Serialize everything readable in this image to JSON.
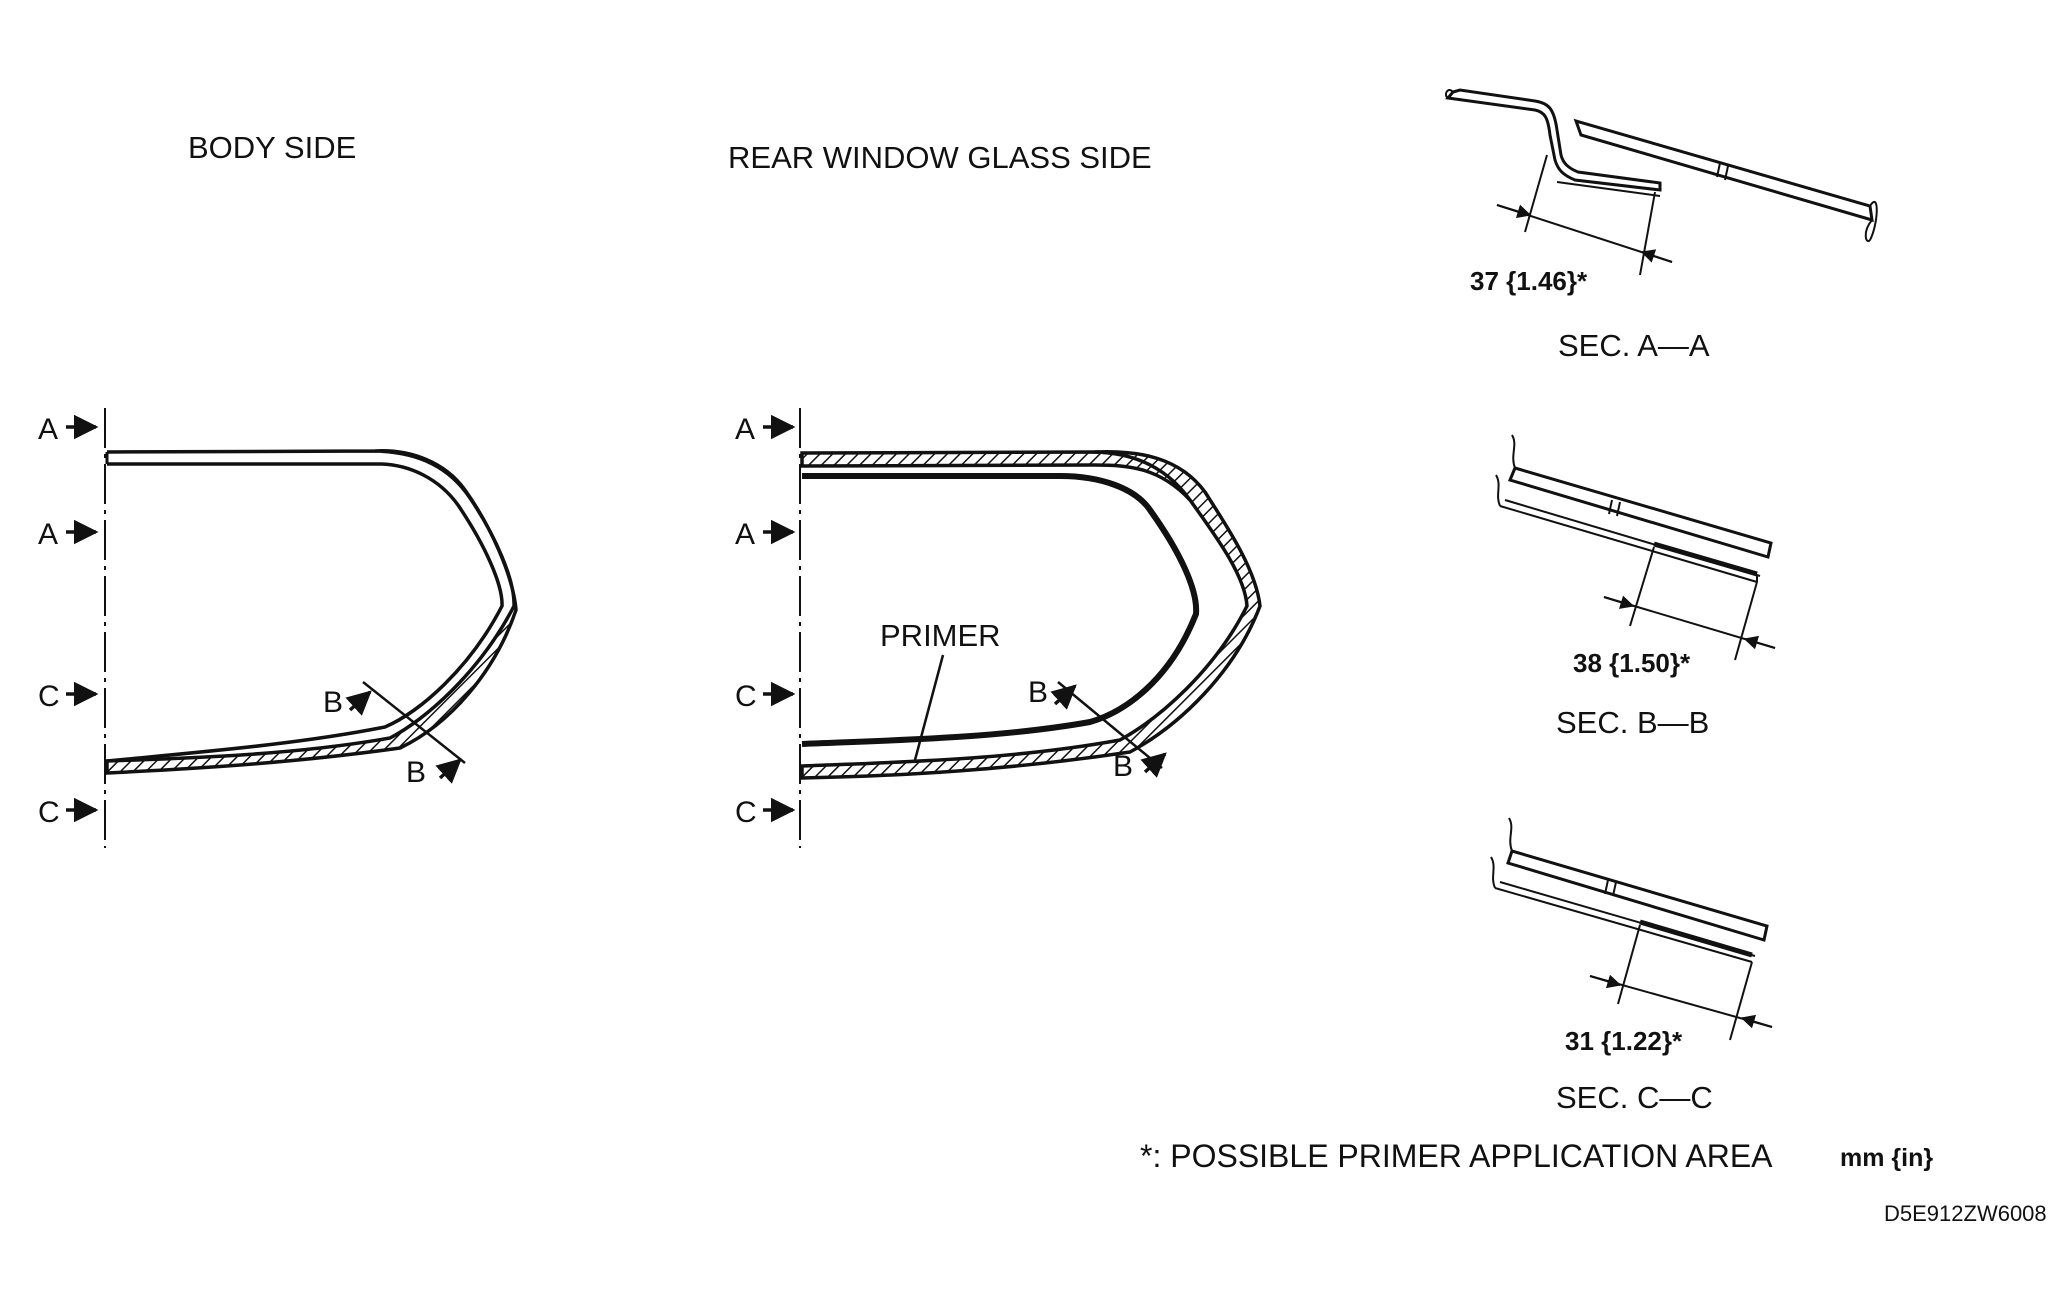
{
  "labels": {
    "body_side": "BODY SIDE",
    "rear_window_glass_side": "REAR WINDOW GLASS SIDE",
    "primer": "PRIMER"
  },
  "section_marks": {
    "a": "A",
    "b": "B",
    "c": "C"
  },
  "sections": [
    {
      "title": "SEC. A—A",
      "dimension": "37 {1.46}*"
    },
    {
      "title": "SEC. B—B",
      "dimension": "38 {1.50}*"
    },
    {
      "title": "SEC. C—C",
      "dimension": "31 {1.22}*"
    }
  ],
  "footnote": "*: POSSIBLE PRIMER APPLICATION AREA",
  "units": "mm {in}",
  "figure_code": "D5E912ZW6008"
}
